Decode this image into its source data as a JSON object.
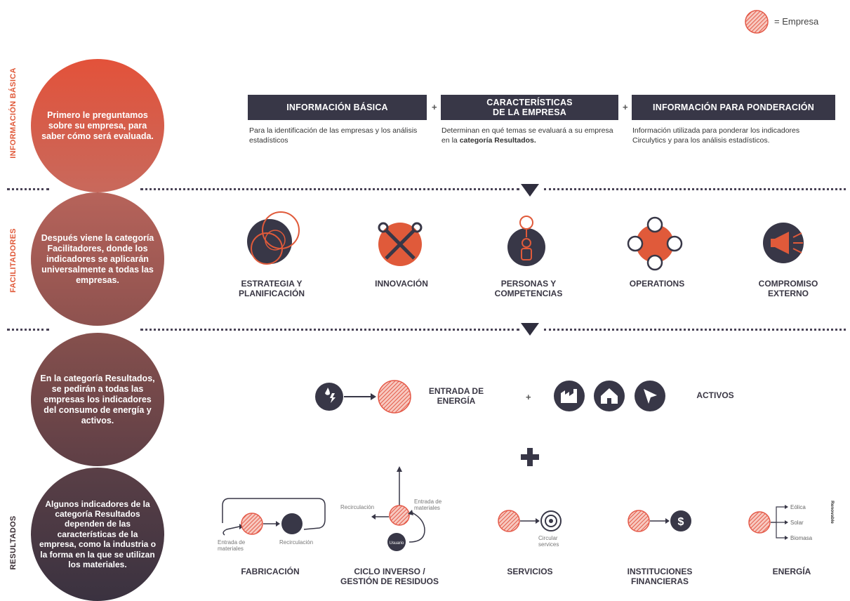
{
  "legend": {
    "label": "= Empresa"
  },
  "sections": {
    "info_basica_label": "INFORMACIÓN BÁSICA",
    "facilitadores_label": "FACILITADORES",
    "resultados_label": "RESULTADOS"
  },
  "circles": {
    "c1": "Primero le preguntamos sobre su empresa, para saber cómo será evaluada.",
    "c2": "Después viene la categoría Facilitadores, donde los indicadores se aplicarán universalmente a todas las empresas.",
    "c3": "En la categoría Resultados, se pedirán a todas las empresas los indicadores del consumo de energía y activos.",
    "c4": "Algunos indicadores de la categoría Resultados dependen de las características de la empresa, como la industria o la forma en la que se utilizan los materiales."
  },
  "info": {
    "box1": "INFORMACIÓN BÁSICA",
    "box2_l1": "CARACTERÍSTICAS",
    "box2_l2": "DE LA EMPRESA",
    "box3": "INFORMACIÓN PARA PONDERACIÓN",
    "plus": "+",
    "desc1": "Para la identificación de las empresas y los análisis estadísticos",
    "desc2_pre": "Determinan en qué temas se evaluará a su empresa en la ",
    "desc2_bold": "categoría Resultados.",
    "desc3": "Información utilizada para ponderar los indicadores Circulytics y para los análisis estadísticos."
  },
  "facilitadores": [
    {
      "l1": "ESTRATEGIA Y",
      "l2": "PLANIFICACIÓN"
    },
    {
      "l1": "INNOVACIÓN",
      "l2": ""
    },
    {
      "l1": "PERSONAS Y",
      "l2": "COMPETENCIAS"
    },
    {
      "l1": "OPERATIONS",
      "l2": ""
    },
    {
      "l1": "COMPROMISO",
      "l2": "EXTERNO"
    }
  ],
  "resultados_row": {
    "entrada_l1": "ENTRADA DE",
    "entrada_l2": "ENERGÍA",
    "plus": "+",
    "activos": "ACTIVOS"
  },
  "bottom": {
    "fab_caption": "FABRICACIÓN",
    "ciclo_l1": "CICLO INVERSO /",
    "ciclo_l2": "GESTIÓN DE RESIDUOS",
    "serv_caption": "SERVICIOS",
    "inst_l1": "INSTITUCIONES",
    "inst_l2": "FINANCIERAS",
    "energia_caption": "ENERGÍA",
    "fab_entrada_l1": "Entrada de",
    "fab_entrada_l2": "materiales",
    "fab_recirc": "Recirculación",
    "ciclo_recirc": "Recirculación",
    "ciclo_entrada_l1": "Entrada de",
    "ciclo_entrada_l2": "materiales",
    "ciclo_usuario": "Usuario",
    "serv_l1": "Circular",
    "serv_l2": "services",
    "dollar": "$",
    "eolica": "Eólica",
    "solar": "Solar",
    "biomasa": "Biomasa",
    "renovable": "Renovable"
  },
  "colors": {
    "accent": "#e05a3a",
    "dark": "#383747",
    "hatch": "#e76d5f"
  }
}
